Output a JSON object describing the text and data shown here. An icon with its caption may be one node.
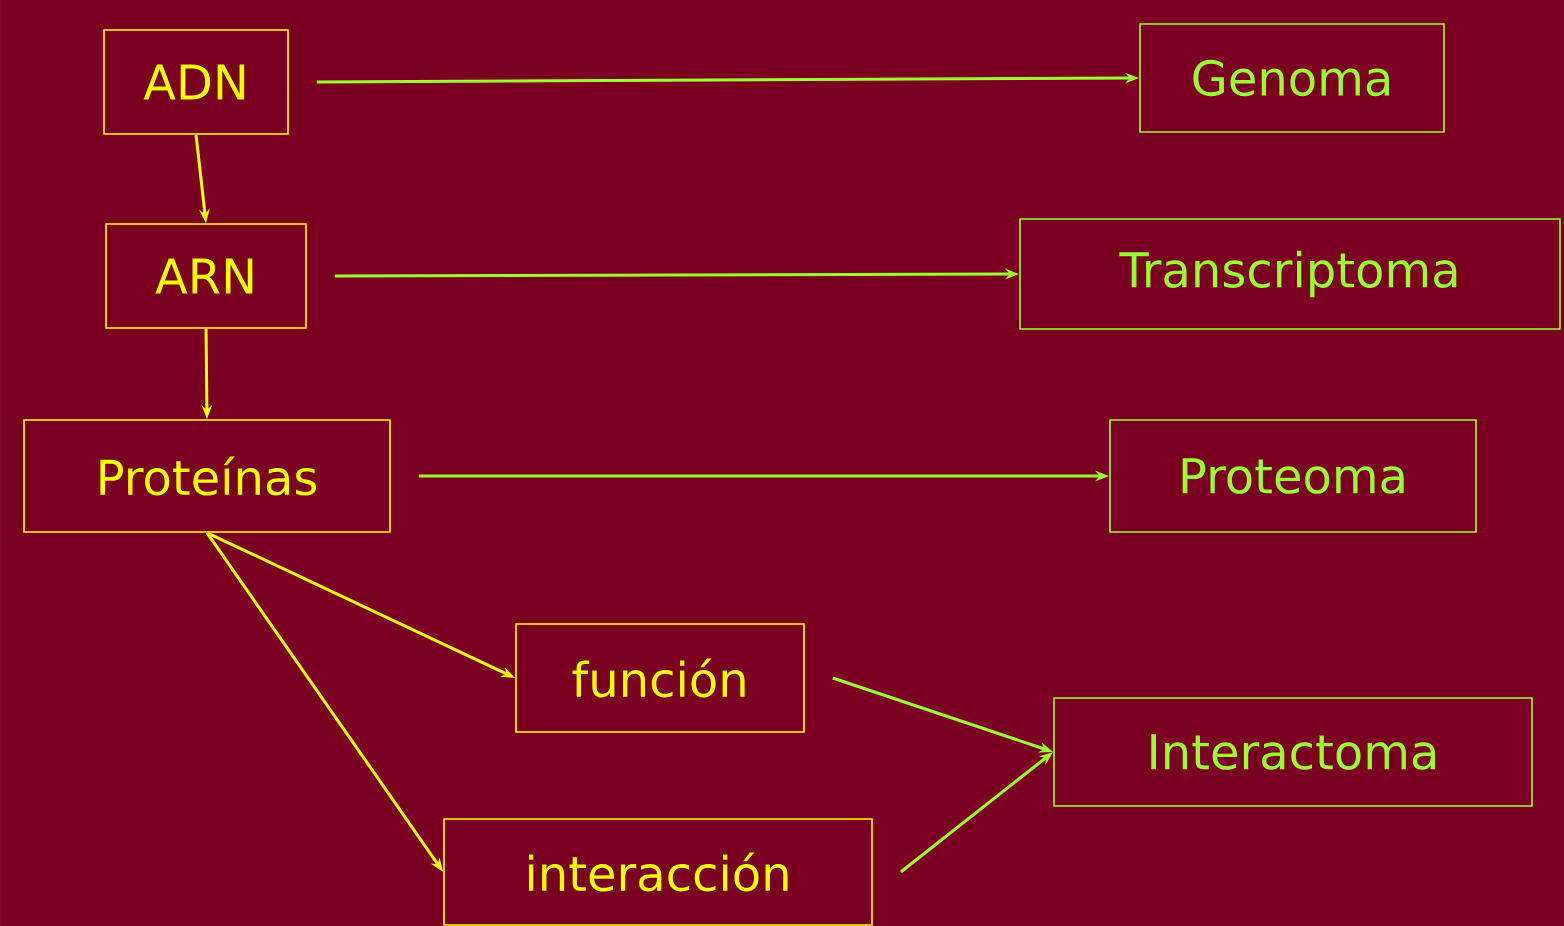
{
  "diagram": {
    "nodes": [
      {
        "text": [
          "ADN"
        ]
      },
      {
        "text": [
          "Genoma"
        ]
      },
      {
        "text": [
          "ARN"
        ]
      },
      {
        "text": [
          "Transcriptoma"
        ]
      },
      {
        "text": [
          "Proteínas"
        ]
      },
      {
        "text": [
          "Proteoma"
        ]
      },
      {
        "text": [
          "función"
        ]
      },
      {
        "text": [
          "Interactoma"
        ]
      },
      {
        "text": [
          "interacción"
        ]
      }
    ],
    "edges": [
      {
        "from": 0,
        "to": 1,
        "arrow": "to"
      },
      {
        "from": 0,
        "to": 2,
        "arrow": "to",
        "color": "#ffff00"
      },
      {
        "from": 2,
        "to": 3,
        "arrow": "to"
      },
      {
        "from": 2,
        "to": 4,
        "arrow": "to",
        "color": "#ffff00"
      },
      {
        "from": 4,
        "to": 5,
        "arrow": "to"
      },
      {
        "from": 4,
        "to": 6,
        "arrow": "to",
        "color": "#ffff00"
      },
      {
        "from": 4,
        "to": 8,
        "arrow": "to",
        "color": "#ffff00"
      },
      {
        "from": 6,
        "to": 7,
        "arrow": "to"
      },
      {
        "from": 8,
        "to": 7,
        "arrow": "to"
      }
    ]
  }
}
